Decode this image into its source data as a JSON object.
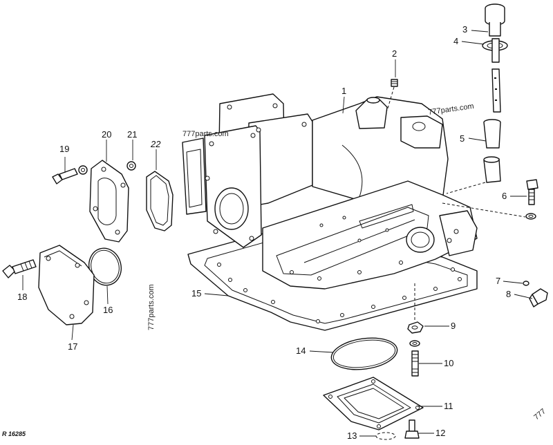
{
  "diagram": {
    "reference_code": "R 16285",
    "watermarks": [
      "777parts.com",
      "777parts.com",
      "777parts.com",
      "777"
    ],
    "callouts": [
      "1",
      "2",
      "3",
      "4",
      "5",
      "6",
      "7",
      "8",
      "9",
      "10",
      "11",
      "12",
      "13",
      "14",
      "15",
      "16",
      "17",
      "18",
      "19",
      "20",
      "21",
      "22"
    ]
  },
  "parts": [
    {
      "id": "1",
      "label": "transmission-housing"
    },
    {
      "id": "2",
      "label": "plug"
    },
    {
      "id": "3",
      "label": "dipstick-cap"
    },
    {
      "id": "4",
      "label": "o-ring"
    },
    {
      "id": "5",
      "label": "filler-tube"
    },
    {
      "id": "6",
      "label": "cap-screw"
    },
    {
      "id": "7",
      "label": "o-ring"
    },
    {
      "id": "8",
      "label": "drain-plug"
    },
    {
      "id": "9",
      "label": "nut"
    },
    {
      "id": "10",
      "label": "stud"
    },
    {
      "id": "11",
      "label": "cover-plate"
    },
    {
      "id": "12",
      "label": "cap-screw"
    },
    {
      "id": "13",
      "label": "washer"
    },
    {
      "id": "14",
      "label": "o-ring"
    },
    {
      "id": "15",
      "label": "gasket"
    },
    {
      "id": "16",
      "label": "o-ring"
    },
    {
      "id": "17",
      "label": "cover"
    },
    {
      "id": "18",
      "label": "cap-screw"
    },
    {
      "id": "19",
      "label": "cap-screw"
    },
    {
      "id": "20",
      "label": "cover"
    },
    {
      "id": "21",
      "label": "washer"
    },
    {
      "id": "22",
      "label": "gasket"
    }
  ]
}
